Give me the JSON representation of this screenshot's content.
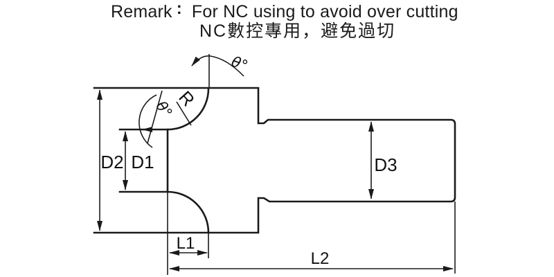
{
  "remark": {
    "label": "Remark",
    "colon": ":",
    "text_en": "For NC using to avoid over cutting",
    "text_zh": "NC數控專用，避免過切"
  },
  "labels": {
    "d2": "D2",
    "d1": "D1",
    "d3": "D3",
    "l1": "L1",
    "l2": "L2",
    "radius": "R",
    "angle_top": "θ°",
    "angle_side": "θ°"
  },
  "colors": {
    "ink": "#1a1a1a",
    "background": "#ffffff"
  }
}
